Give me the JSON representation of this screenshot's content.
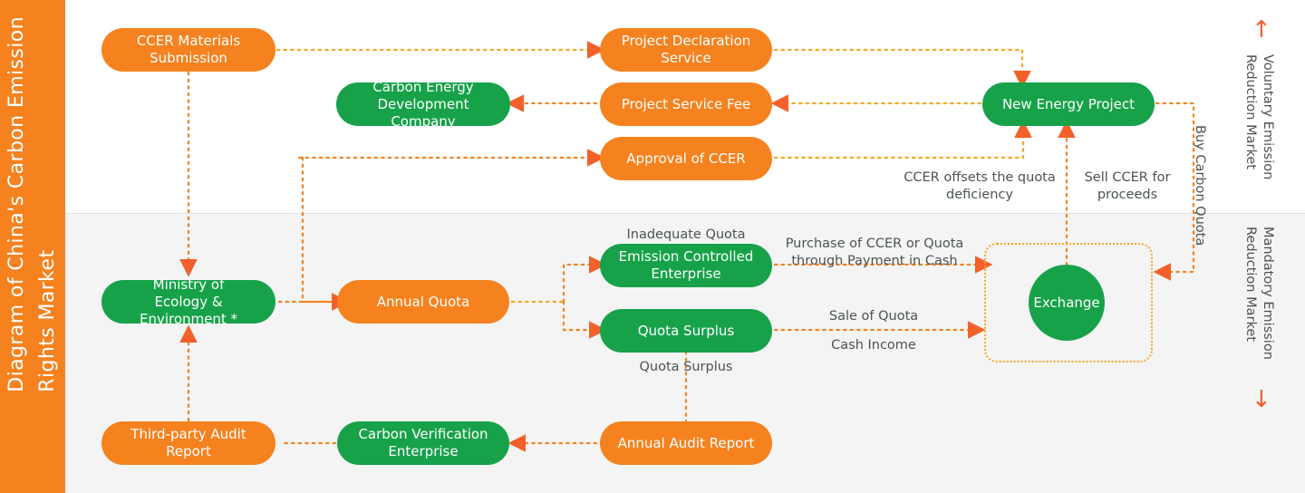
{
  "title_rail": {
    "text": "Diagram of China's Carbon Emission\nRights Market",
    "bg_color": "#f5821f",
    "text_color": "#ffffff"
  },
  "colors": {
    "orange_node": "#f5821f",
    "green_node": "#17a24a",
    "arrow": "#f4602a",
    "amber_wire": "#f5a623",
    "band_top": "#ffffff",
    "band_bottom": "#f4f4f4",
    "label_text": "#4b5450"
  },
  "markets": {
    "voluntary": {
      "label": "Voluntary Emission\nReduction Market",
      "arrow": "up-arrow-icon",
      "arrow_glyph": "↑"
    },
    "mandatory": {
      "label": "Mandatory Emission\nReduction Market",
      "arrow": "down-arrow-icon",
      "arrow_glyph": "↓"
    }
  },
  "nodes": [
    {
      "id": "ccer-materials-submission",
      "label": "CCER Materials\nSubmission",
      "color": "orange",
      "market": "voluntary"
    },
    {
      "id": "project-declaration-service",
      "label": "Project Declaration\nService",
      "color": "orange",
      "market": "voluntary"
    },
    {
      "id": "new-energy-project",
      "label": "New Energy Project",
      "color": "green",
      "market": "voluntary"
    },
    {
      "id": "carbon-energy-development-company",
      "label": "Carbon Energy\nDevelopment Company",
      "color": "green",
      "market": "voluntary"
    },
    {
      "id": "project-service-fee",
      "label": "Project Service Fee",
      "color": "orange",
      "market": "voluntary"
    },
    {
      "id": "approval-of-ccer",
      "label": "Approval of CCER",
      "color": "orange",
      "market": "voluntary"
    },
    {
      "id": "ministry-of-ecology-environment",
      "label": "Ministry of\nEcology & Environment *",
      "color": "green",
      "market": "mandatory"
    },
    {
      "id": "annual-quota",
      "label": "Annual Quota",
      "color": "orange",
      "market": "mandatory"
    },
    {
      "id": "emission-controlled-enterprise",
      "label": "Emission Controlled\nEnterprise",
      "color": "green",
      "market": "mandatory"
    },
    {
      "id": "quota-surplus",
      "label": "Quota Surplus",
      "color": "green",
      "market": "mandatory"
    },
    {
      "id": "exchange",
      "label": "Exchange",
      "color": "green",
      "market": "mandatory"
    },
    {
      "id": "third-party-audit-report",
      "label": "Third-party Audit\nReport",
      "color": "orange",
      "market": "mandatory"
    },
    {
      "id": "carbon-verification-enterprise",
      "label": "Carbon Verification\nEnterprise",
      "color": "green",
      "market": "mandatory"
    },
    {
      "id": "annual-audit-report",
      "label": "Annual Audit Report",
      "color": "orange",
      "market": "mandatory"
    }
  ],
  "edge_labels": [
    {
      "id": "ccer-offsets-the-quota-deficiency",
      "text": "CCER offsets the quota\ndeficiency"
    },
    {
      "id": "sell-ccer-for-proceeds",
      "text": "Sell CCER for\nproceeds"
    },
    {
      "id": "buy-carbon-quota",
      "text": "Buy Carbon Quota",
      "orientation": "vertical"
    },
    {
      "id": "inadequate-quota",
      "text": "Inadequate Quota"
    },
    {
      "id": "quota-surplus-label",
      "text": "Quota Surplus"
    },
    {
      "id": "purchase-of-ccer-or-quota-through-payment-in-cash",
      "text": "Purchase of CCER or Quota\nthrough Payment in Cash"
    },
    {
      "id": "sale-of-quota",
      "text": "Sale of Quota"
    },
    {
      "id": "cash-income",
      "text": "Cash Income"
    }
  ]
}
